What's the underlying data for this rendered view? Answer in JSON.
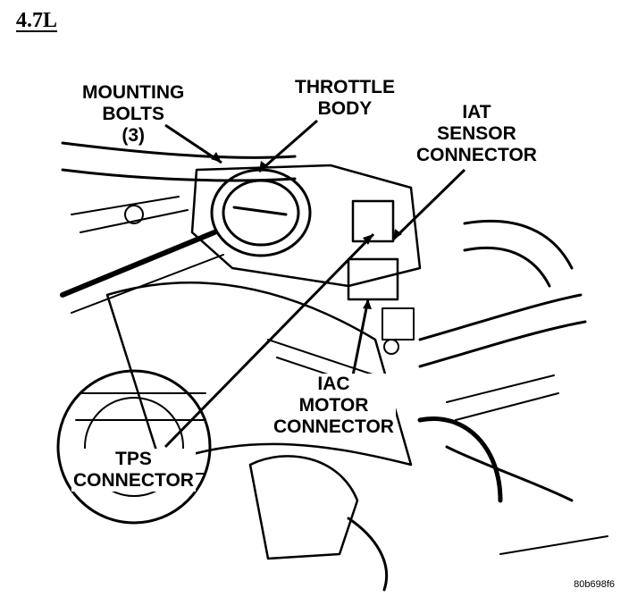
{
  "title": "4.7L",
  "figure_id": "80b698f6",
  "callouts": {
    "mounting_bolts": [
      "MOUNTING",
      "BOLTS",
      "(3)"
    ],
    "throttle_body": [
      "THROTTLE",
      "BODY"
    ],
    "iat_sensor_connector": [
      "IAT",
      "SENSOR",
      "CONNECTOR"
    ],
    "iac_motor_connector": [
      "IAC",
      "MOTOR",
      "CONNECTOR"
    ],
    "tps_connector": [
      "TPS",
      "CONNECTOR"
    ]
  },
  "colors": {
    "ink": "#000000",
    "paper": "#ffffff"
  }
}
